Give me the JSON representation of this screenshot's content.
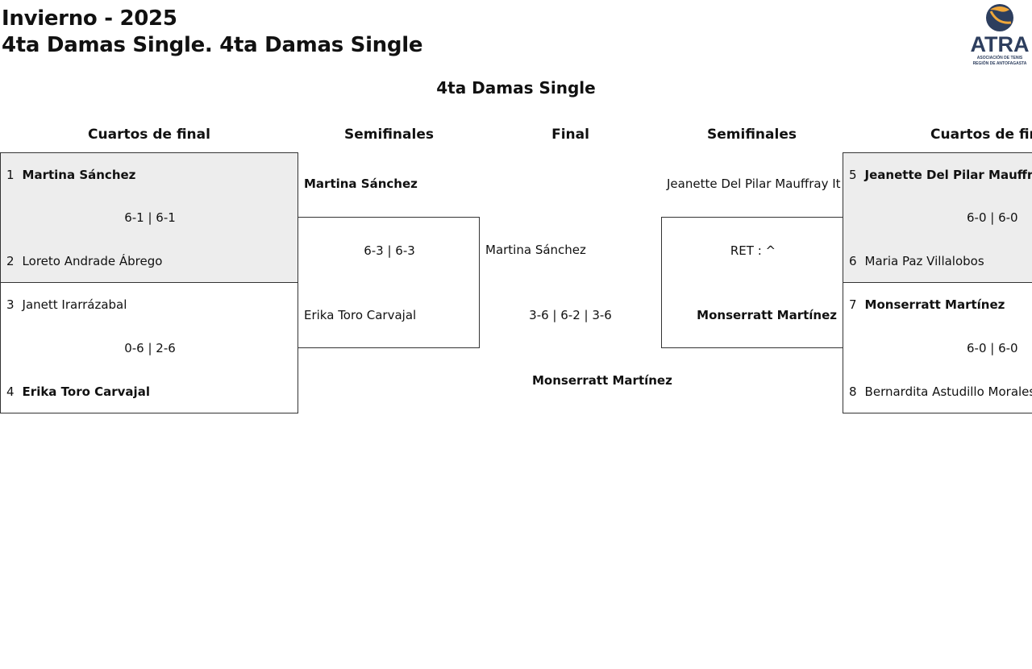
{
  "header": {
    "line1": "Invierno - 2025",
    "line2": "4ta Damas Single. 4ta Damas Single",
    "logo": {
      "text": "ATRA",
      "subtitle1": "ASOCIACIÓN DE TENIS",
      "subtitle2": "REGIÓN DE ANTOFAGASTA",
      "colors": {
        "navy": "#2d3e5e",
        "orange": "#f0a73a"
      }
    }
  },
  "draw_title": "4ta Damas Single",
  "rounds": {
    "left_qf": "Cuartos de final",
    "left_sf": "Semifinales",
    "final": "Final",
    "right_sf": "Semifinales",
    "right_qf": "Cuartos de final"
  },
  "left_qf": [
    {
      "p1": {
        "seed": "1",
        "name": "Martina Sánchez",
        "winner": true
      },
      "score": "6-1 | 6-1",
      "p2": {
        "seed": "2",
        "name": "Loreto Andrade Ábrego",
        "winner": false
      }
    },
    {
      "p1": {
        "seed": "3",
        "name": "Janett Irarrázabal",
        "winner": false
      },
      "score": "0-6 | 2-6",
      "p2": {
        "seed": "4",
        "name": "Erika Toro Carvajal",
        "winner": true
      }
    }
  ],
  "left_sf": {
    "p1": "Martina Sánchez",
    "score": "6-3 | 6-3",
    "p2": "Erika Toro Carvajal"
  },
  "final": {
    "p1": "Martina Sánchez",
    "score": "3-6 | 6-2 | 3-6",
    "winner": "Monserratt Martínez"
  },
  "right_sf": {
    "p1": "Jeanette Del Pilar Mauffray It",
    "score": "RET : ^",
    "p2": "Monserratt Martínez"
  },
  "right_qf": [
    {
      "p1": {
        "seed": "5",
        "name": "Jeanette Del Pilar Mauffray I",
        "winner": true
      },
      "score": "6-0 | 6-0",
      "p2": {
        "seed": "6",
        "name": "Maria Paz Villalobos",
        "winner": false
      }
    },
    {
      "p1": {
        "seed": "7",
        "name": "Monserratt Martínez",
        "winner": true
      },
      "score": "6-0 | 6-0",
      "p2": {
        "seed": "8",
        "name": "Bernardita Astudillo Morales",
        "winner": false
      }
    }
  ]
}
